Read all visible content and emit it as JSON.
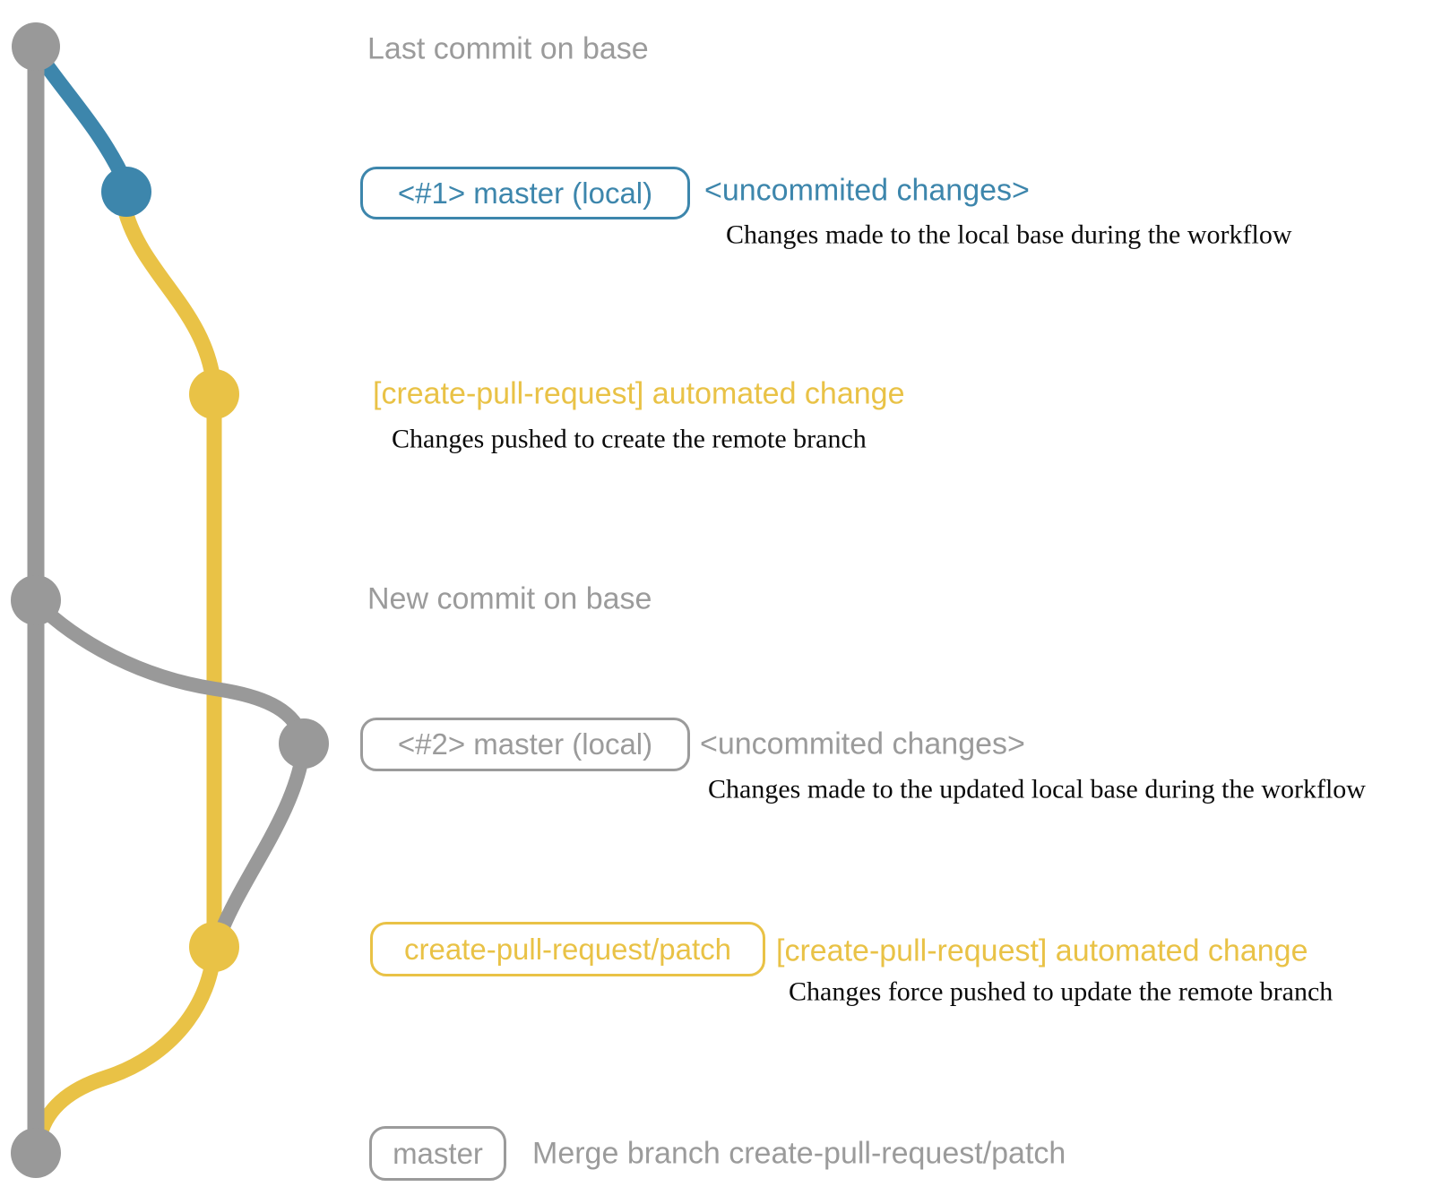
{
  "colors": {
    "gray": "#999999",
    "gray_text": "#9b9b9b",
    "blue": "#3d86ac",
    "yellow": "#e9c246",
    "detail_text": "#0b0b0b",
    "background": "#ffffff"
  },
  "graph": {
    "branches": [
      {
        "id": "base",
        "color_key": "gray"
      },
      {
        "id": "local-master",
        "color_key": "blue"
      },
      {
        "id": "create-pull-request-patch",
        "color_key": "yellow"
      }
    ],
    "nodes": [
      {
        "id": "last-commit-on-base",
        "color_key": "gray"
      },
      {
        "id": "local-master-1",
        "color_key": "blue"
      },
      {
        "id": "patch-commit-1",
        "color_key": "yellow"
      },
      {
        "id": "new-commit-on-base",
        "color_key": "gray"
      },
      {
        "id": "local-master-2",
        "color_key": "gray"
      },
      {
        "id": "patch-commit-2",
        "color_key": "yellow"
      },
      {
        "id": "merge-commit",
        "color_key": "gray"
      }
    ]
  },
  "annotations": {
    "row1": {
      "text": "Last commit on base"
    },
    "row2": {
      "badge": "<#1> master (local)",
      "note": "<uncommited changes>",
      "detail": "Changes made to the local base during the workflow"
    },
    "row3": {
      "note": "[create-pull-request] automated change",
      "detail": "Changes pushed to create the remote branch"
    },
    "row4": {
      "text": "New commit on base"
    },
    "row5": {
      "badge": "<#2> master (local)",
      "note": "<uncommited changes>",
      "detail": "Changes made to the updated local base during the workflow"
    },
    "row6": {
      "badge": "create-pull-request/patch",
      "note": "[create-pull-request] automated change",
      "detail": "Changes force pushed to update the remote branch"
    },
    "row7": {
      "badge": "master",
      "note": "Merge branch create-pull-request/patch"
    }
  }
}
